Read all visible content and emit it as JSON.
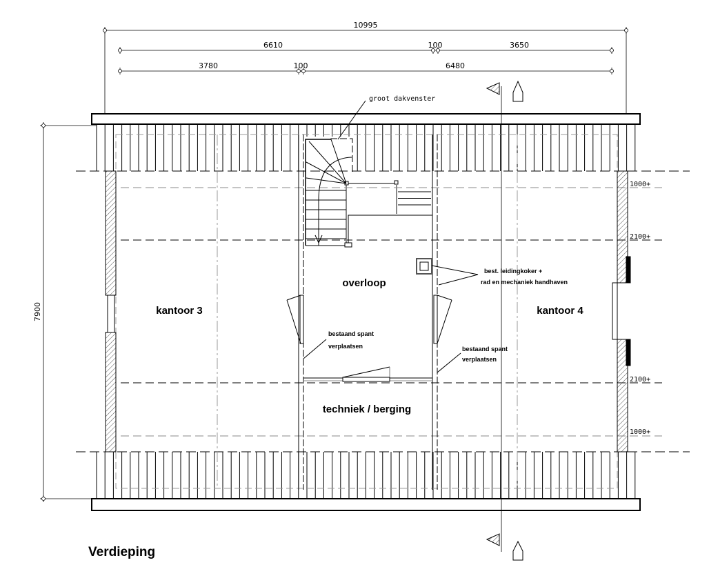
{
  "dimensions": {
    "overall_width": "10995",
    "row1": [
      "6610",
      "100",
      "3650"
    ],
    "row2": [
      "3780",
      "100",
      "6480"
    ],
    "overall_depth": "7900"
  },
  "levels": [
    "1000+",
    "2100+",
    "2100+",
    "1000+"
  ],
  "annotations": {
    "dormer": "groot dakvenster",
    "duct_line1": "best. leidingkoker +",
    "duct_line2": "rad en mechaniek handhaven",
    "truss_left_line1": "bestaand spant",
    "truss_left_line2": "verplaatsen",
    "truss_right_line1": "bestaand spant",
    "truss_right_line2": "verplaatsen"
  },
  "rooms": {
    "office3": "kantoor 3",
    "landing": "overloop",
    "office4": "kantoor 4",
    "storage": "techniek / berging"
  },
  "title": "Verdieping"
}
